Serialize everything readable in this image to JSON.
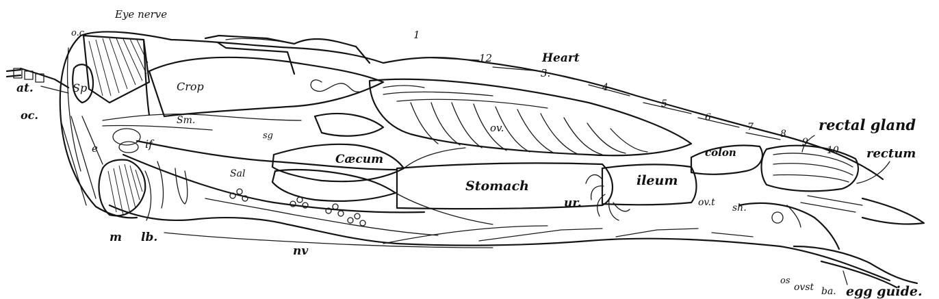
{
  "figure": {
    "labels": {
      "eye_nerve": "Eye nerve",
      "oc_top": "o.c.",
      "at": "at.",
      "sp": "Sp",
      "oc_left": "oc.",
      "crop": "Crop",
      "sm": "Sm.",
      "e": "e",
      "if": "if",
      "sg": "sg",
      "sal": "Sal",
      "caecum": "Cæcum",
      "stomach": "Stomach",
      "ur": "ur.",
      "ileum": "ileum",
      "colon": "colon",
      "ov": "ov.",
      "heart": "Heart",
      "seg1": "1",
      "seg2": "12",
      "seg3": "3.",
      "seg4": "4",
      "seg5": "5",
      "seg6": "6",
      "seg7": "7",
      "seg8": "8",
      "seg9": "9",
      "seg10": "10",
      "rectal_gland": "rectal gland",
      "rectum": "rectum",
      "ovt": "ov.t",
      "sh": "sh.",
      "os": "os",
      "ovst": "ovst",
      "bo": "ba.",
      "egg_guide": "egg guide.",
      "m": "m",
      "lb": "lb.",
      "nv": "nv"
    }
  }
}
